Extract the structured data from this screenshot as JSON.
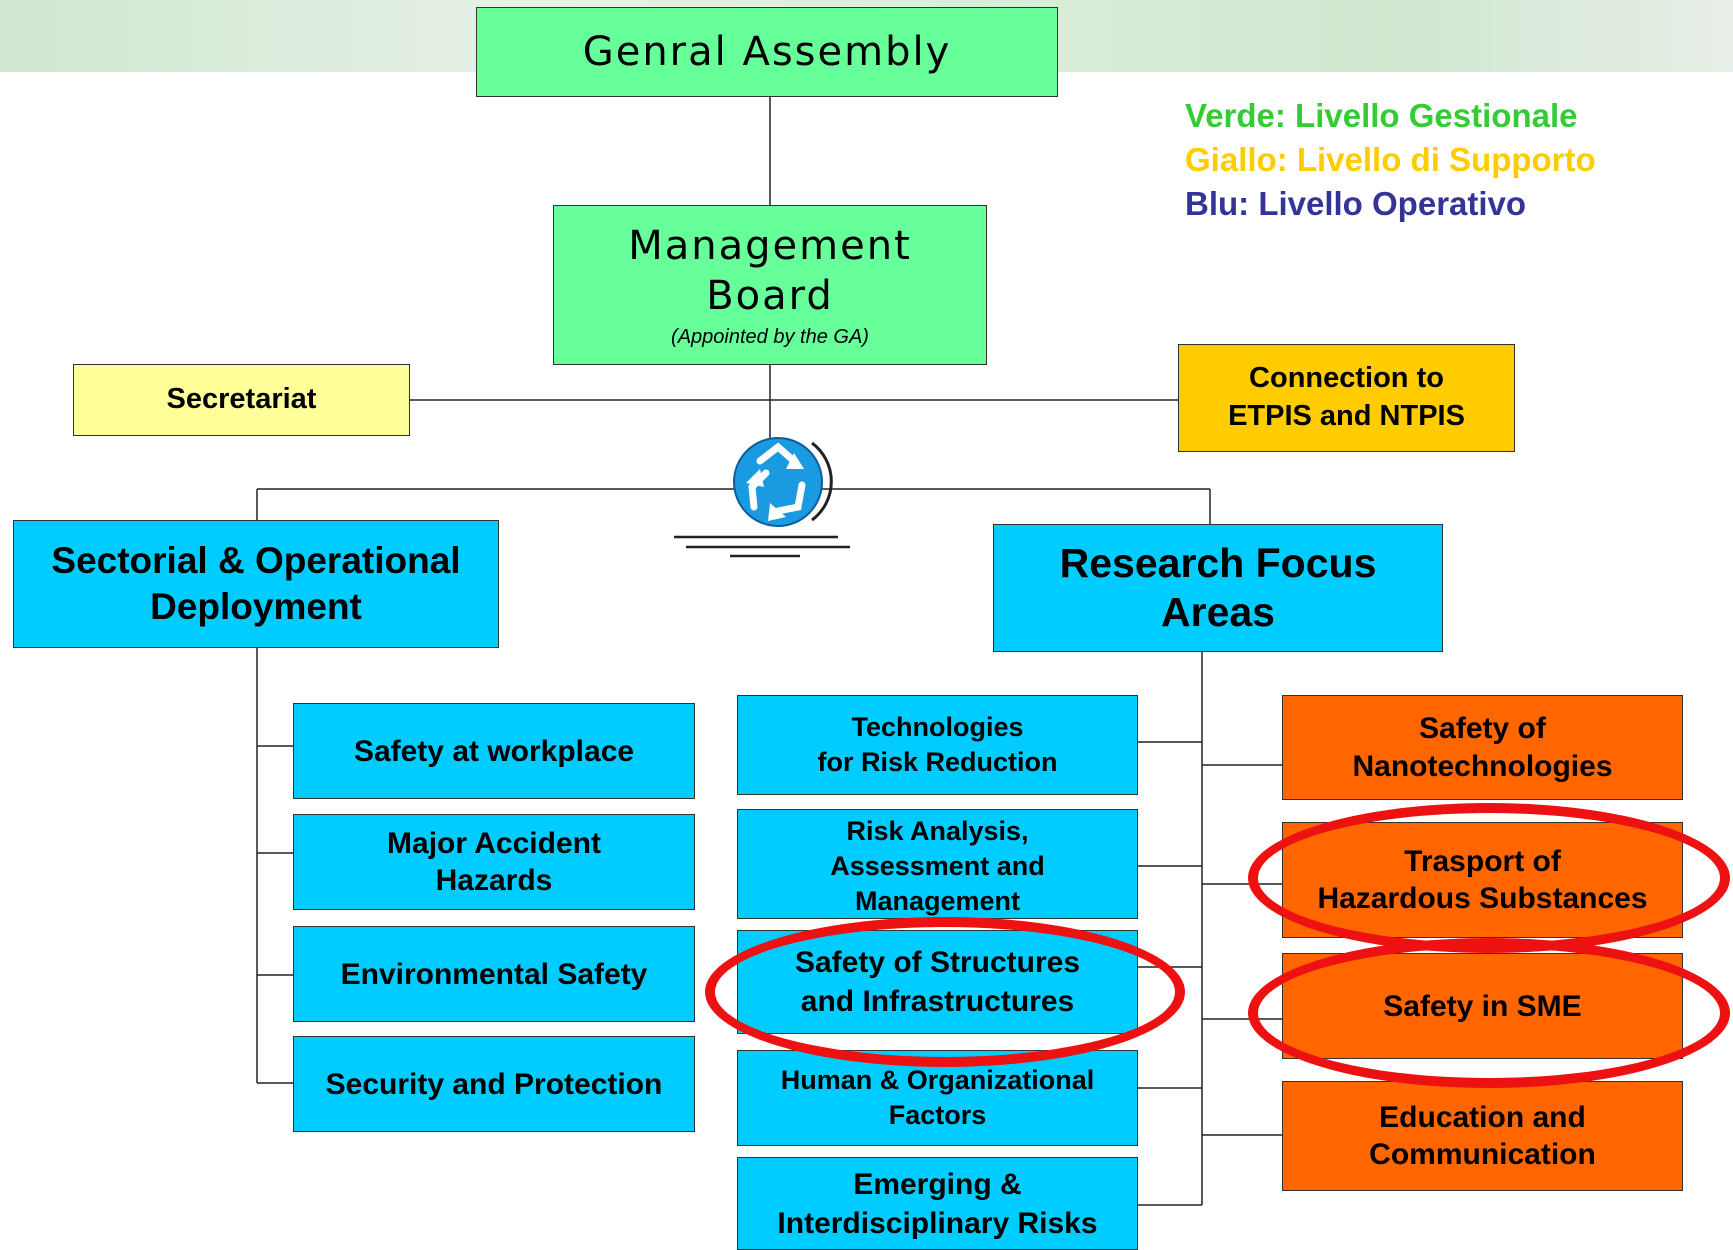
{
  "colors": {
    "management": "#66ff99",
    "secretariat": "#ffff99",
    "connection": "#ffcc00",
    "operational": "#00ccff",
    "support_orange": "#ff6600",
    "highlight": "#ee1111",
    "legend_green": "#33cc33",
    "legend_yellow": "#ffcc00",
    "legend_blue": "#333399"
  },
  "general_assembly": "Genral Assembly",
  "management_board": {
    "line1": "Management",
    "line2": "Board",
    "note": "(Appointed by the GA)"
  },
  "legend": [
    "Verde: Livello Gestionale",
    "Giallo: Livello di Supporto",
    "Blu: Livello Operativo"
  ],
  "secretariat": "Secretariat",
  "connection": [
    "Connection to",
    "ETPIS and NTPIS"
  ],
  "hub_icon": "recycle-icon",
  "sectorial": [
    "Sectorial & Operational",
    "Deployment"
  ],
  "research": [
    "Research Focus",
    "Areas"
  ],
  "left_items": [
    [
      "Safety at workplace"
    ],
    [
      "Major Accident",
      "Hazards"
    ],
    [
      "Environmental Safety"
    ],
    [
      "Security and Protection"
    ]
  ],
  "middle_items": [
    [
      "Technologies",
      "for Risk Reduction"
    ],
    [
      "Risk Analysis,",
      "Assessment and",
      "Management"
    ],
    [
      "Safety of Structures",
      "and Infrastructures"
    ],
    [
      "Human & Organizational",
      "Factors"
    ],
    [
      "Emerging &",
      "Interdisciplinary Risks"
    ]
  ],
  "right_items": [
    [
      "Safety of",
      "Nanotechnologies"
    ],
    [
      "Trasport of",
      "Hazardous Substances"
    ],
    [
      "Safety in SME"
    ],
    [
      "Education and",
      "Communication"
    ]
  ]
}
